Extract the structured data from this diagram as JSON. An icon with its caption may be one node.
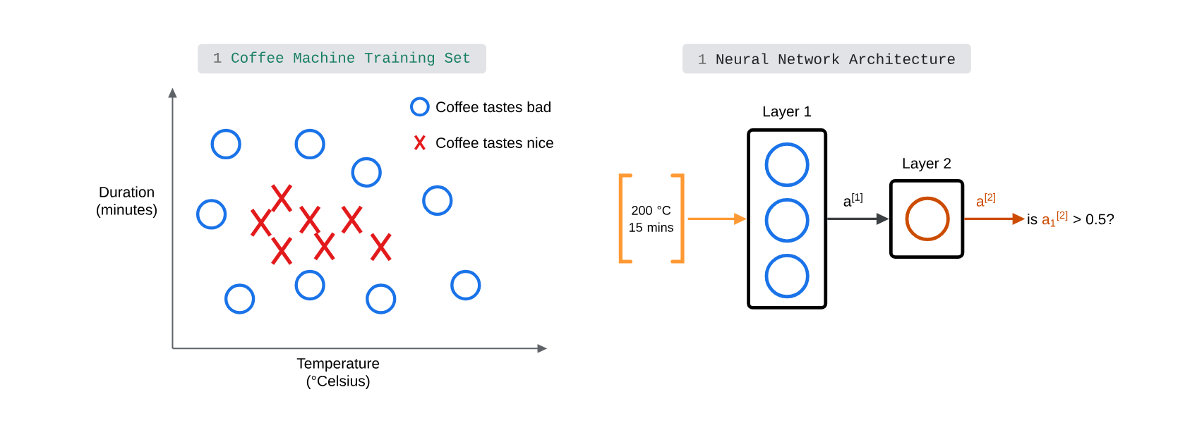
{
  "diagram": {
    "nodes": [
      {
        "text": [
          "1",
          "Coffee Machine Training Set"
        ]
      },
      {
        "text": [
          "1",
          "Neural Network Architecture"
        ]
      },
      {
        "text": [
          "200 °C 15 mins"
        ]
      },
      {
        "text": [
          "Layer 1"
        ]
      },
      {
        "text": [],
        "shape": "circle",
        "in": 3
      },
      {
        "text": [],
        "shape": "circle",
        "in": 3
      },
      {
        "text": [],
        "shape": "circle",
        "in": 3
      },
      {
        "text": [
          "Layer 2"
        ]
      },
      {
        "text": [],
        "shape": "circle",
        "in": 7
      },
      {
        "text": [
          "is",
          "a$_{1}$$^{[2]}$",
          "> 0.5?"
        ]
      }
    ],
    "edges": [
      {
        "from": 2,
        "to": 3,
        "arrow": "to",
        "color": "#ff9933"
      },
      {
        "from": 3,
        "to": 7,
        "arrow": "to",
        "label": "a$^{[1]}$",
        "color": "#3c4043"
      },
      {
        "from": 7,
        "to": 9,
        "arrow": "to",
        "label": "a$^{[2]}$",
        "color": "#cc4c02"
      }
    ],
    "labels": [
      "Duration (minutes)",
      "Temperature (°Celsius)"
    ],
    "legend": [
      {
        "text": "Coffee tastes bad"
      },
      {
        "text": "Coffee tastes nice"
      }
    ]
  }
}
